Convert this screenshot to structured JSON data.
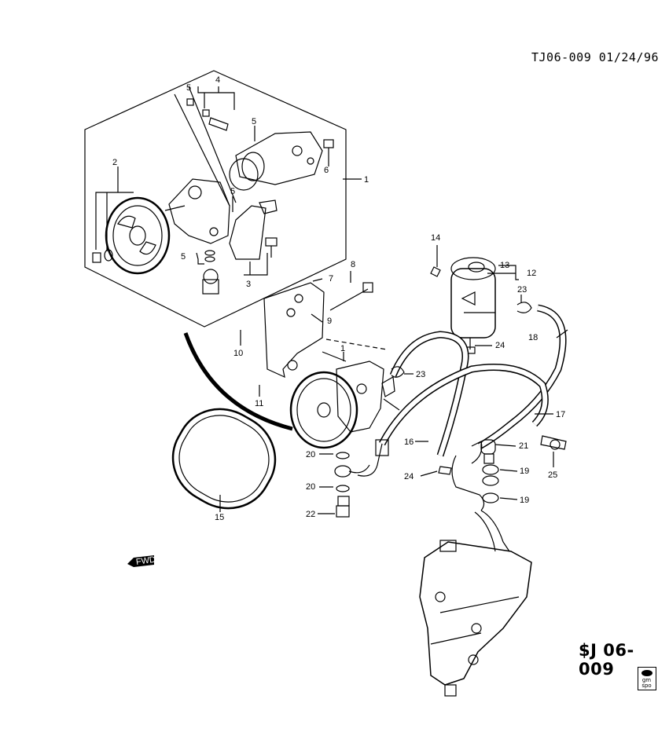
{
  "header": {
    "ref": "TJ06-009 01/24/96"
  },
  "footer": {
    "code": "$J 06-009",
    "badge_top": "gm",
    "badge_bottom": "spo"
  },
  "fwd_label": "FWD",
  "callouts": [
    {
      "id": "c1a",
      "text": "1"
    },
    {
      "id": "c2",
      "text": "2"
    },
    {
      "id": "c3",
      "text": "3"
    },
    {
      "id": "c4",
      "text": "4"
    },
    {
      "id": "c5a",
      "text": "5"
    },
    {
      "id": "c5b",
      "text": "5"
    },
    {
      "id": "c5c",
      "text": "5"
    },
    {
      "id": "c5d",
      "text": "5"
    },
    {
      "id": "c6",
      "text": "6"
    },
    {
      "id": "c7",
      "text": "7"
    },
    {
      "id": "c8",
      "text": "8"
    },
    {
      "id": "c9",
      "text": "9"
    },
    {
      "id": "c10",
      "text": "10"
    },
    {
      "id": "c11",
      "text": "11"
    },
    {
      "id": "c1b",
      "text": "1"
    },
    {
      "id": "c12",
      "text": "12"
    },
    {
      "id": "c13",
      "text": "13"
    },
    {
      "id": "c14",
      "text": "14"
    },
    {
      "id": "c15",
      "text": "15"
    },
    {
      "id": "c16",
      "text": "16"
    },
    {
      "id": "c17",
      "text": "17"
    },
    {
      "id": "c18",
      "text": "18"
    },
    {
      "id": "c19a",
      "text": "19"
    },
    {
      "id": "c19b",
      "text": "19"
    },
    {
      "id": "c20a",
      "text": "20"
    },
    {
      "id": "c20b",
      "text": "20"
    },
    {
      "id": "c21",
      "text": "21"
    },
    {
      "id": "c22",
      "text": "22"
    },
    {
      "id": "c23a",
      "text": "23"
    },
    {
      "id": "c23b",
      "text": "23"
    },
    {
      "id": "c24a",
      "text": "24"
    },
    {
      "id": "c24b",
      "text": "24"
    },
    {
      "id": "c25",
      "text": "25"
    }
  ]
}
